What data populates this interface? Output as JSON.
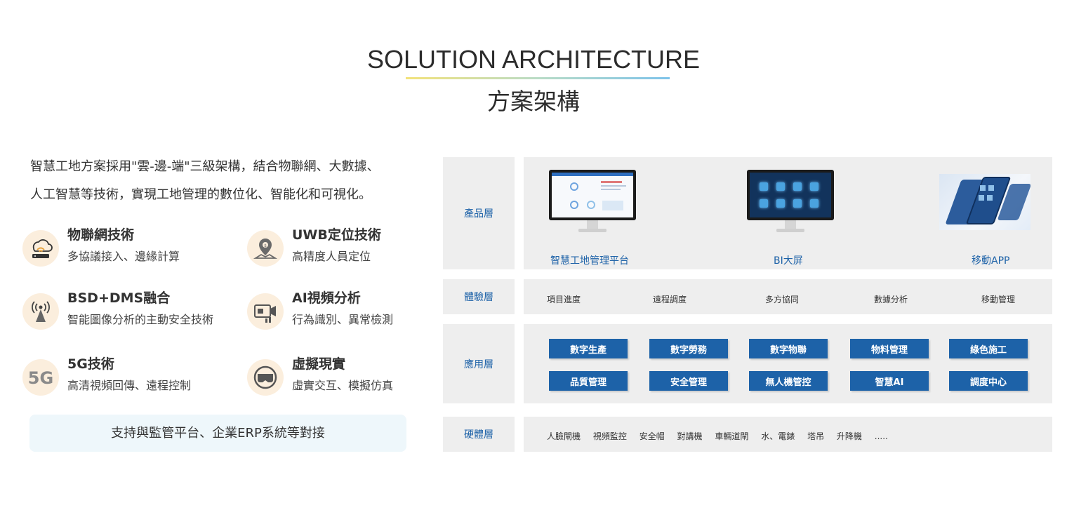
{
  "header": {
    "title_en": "SOLUTION ARCHITECTURE",
    "title_cn": "方案架構"
  },
  "intro": {
    "line1": "智慧工地方案採用\"雲-邊-端\"三級架構，結合物聯網、大數據、",
    "line2": "人工智慧等技術，實現工地管理的數位化、智能化和可視化。"
  },
  "features": [
    {
      "icon": "cloud-router-icon",
      "title": "物聯網技術",
      "desc": "多協議接入、邊緣計算"
    },
    {
      "icon": "location-pin-icon",
      "title": "UWB定位技術",
      "desc": "高精度人員定位"
    },
    {
      "icon": "signal-tower-icon",
      "title": "BSD+DMS融合",
      "desc": "智能圖像分析的主動安全技術"
    },
    {
      "icon": "video-camera-icon",
      "title": "AI視頻分析",
      "desc": "行為識別、異常檢測"
    },
    {
      "icon": "5g-icon",
      "title": "5G技術",
      "desc": "高清視頻回傳、遠程控制"
    },
    {
      "icon": "vr-headset-icon",
      "title": "虛擬現實",
      "desc": "虛實交互、模擬仿真"
    }
  ],
  "support_text": "支持與監管平台、企業ERP系統等對接",
  "layers": {
    "product": {
      "label": "產品層",
      "items": [
        {
          "caption": "智慧工地管理平台"
        },
        {
          "caption": "BI大屏"
        },
        {
          "caption": "移動APP"
        }
      ]
    },
    "experience": {
      "label": "體驗層",
      "items": [
        "項目進度",
        "遠程調度",
        "多方協同",
        "數據分析",
        "移動管理"
      ]
    },
    "application": {
      "label": "應用層",
      "buttons": [
        "數字生產",
        "數字勞務",
        "數字物聯",
        "物料管理",
        "綠色施工",
        "品質管理",
        "安全管理",
        "無人機管控",
        "智慧AI",
        "調度中心"
      ]
    },
    "hardware": {
      "label": "硬體層",
      "items": [
        "人臉閘機",
        "視頻監控",
        "安全帽",
        "對講機",
        "車輛道閘",
        "水、電錶",
        "塔吊",
        "升降機",
        "....."
      ]
    }
  },
  "colors": {
    "accent_blue": "#1d62a8",
    "layer_bg": "#eeeeee",
    "icon_bg": "#fbeedd",
    "support_bg": "#eef7fb"
  }
}
